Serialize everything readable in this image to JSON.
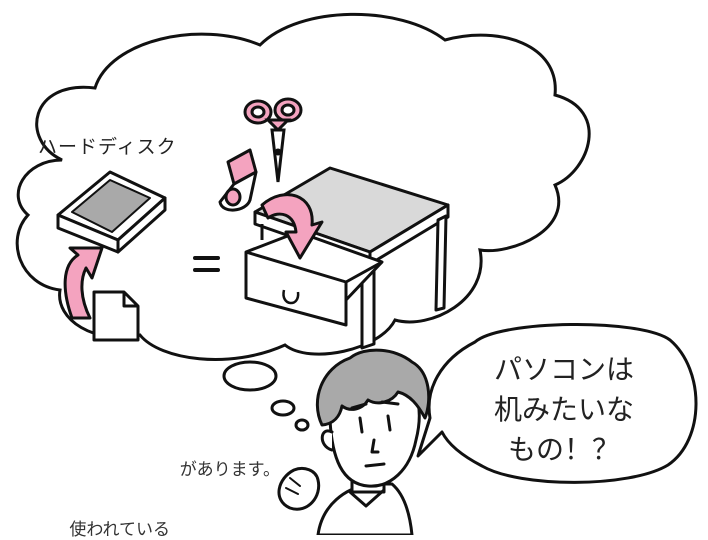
{
  "thought_bubble": {
    "label": "ハードディスク",
    "equals": "="
  },
  "speech_bubble": {
    "lines": [
      "パソコンは",
      "机みたいな",
      "もの！？"
    ]
  },
  "body_text": {
    "line1": "があります。",
    "line2": "使われている"
  },
  "colors": {
    "accent_pink": "#f4a3bf",
    "grey_fill": "#a9a9a9",
    "desk_top": "#d9d9d9",
    "outline": "#111111"
  }
}
